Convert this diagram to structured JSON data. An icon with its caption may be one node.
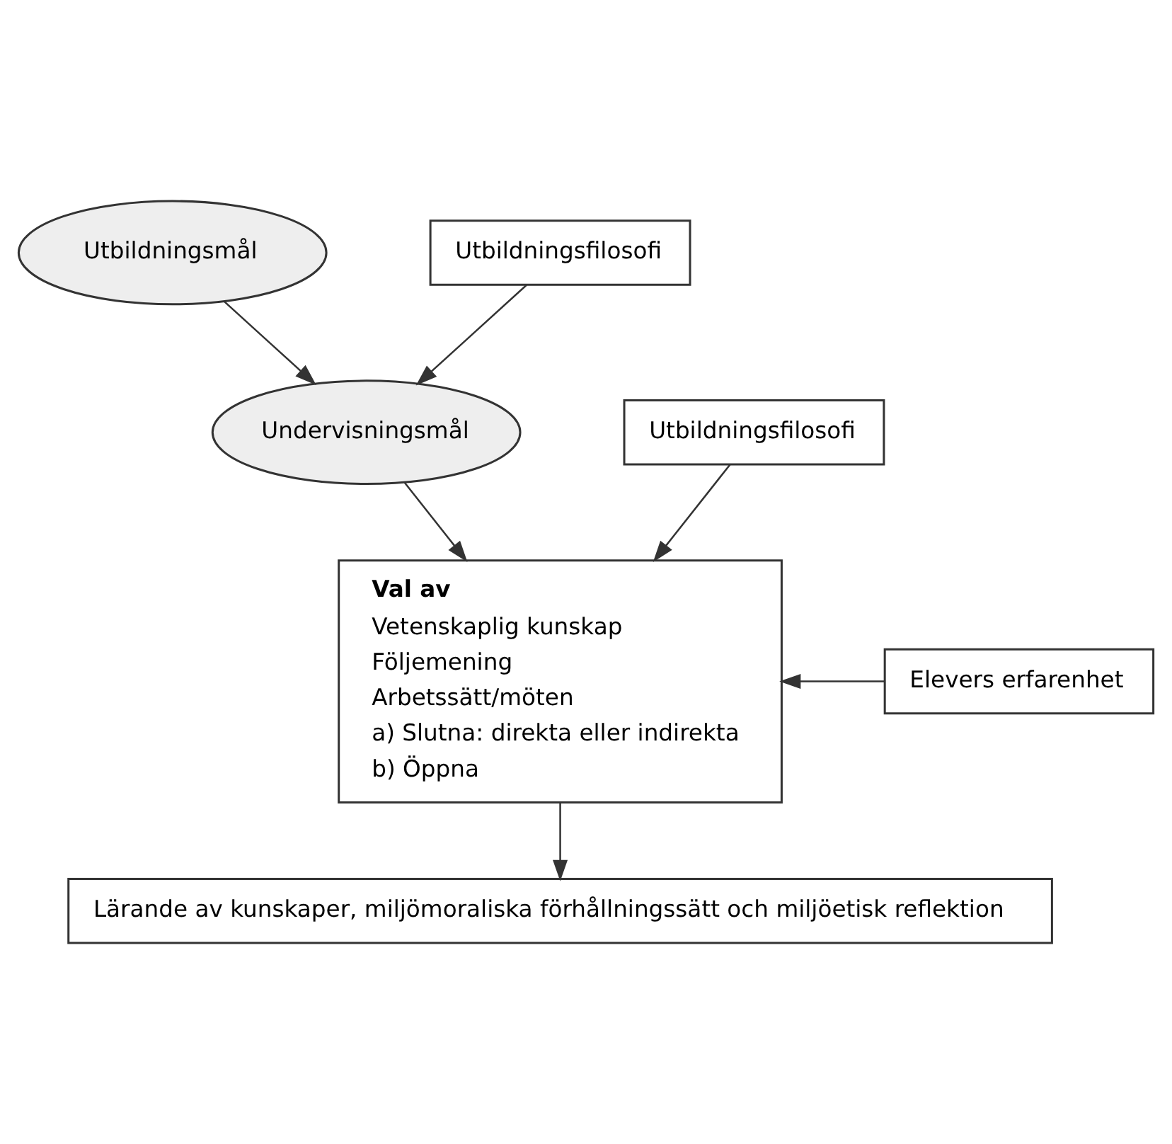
{
  "diagram": {
    "nodes": [
      {
        "text": [
          "Utbildningsmål"
        ]
      },
      {
        "text": [
          "Utbildningsfilosofi"
        ]
      },
      {
        "text": [
          "Undervisningsmål"
        ]
      },
      {
        "text": [
          "Utbildningsfilosofi"
        ]
      },
      {
        "text": [
          "Val av",
          "Vetenskaplig kunskap",
          "Följemening",
          "Arbetssätt/möten",
          "a) Slutna: direkta eller indirekta",
          "b) Öppna"
        ]
      },
      {
        "text": [
          "Elevers erfarenhet"
        ]
      },
      {
        "text": [
          "Lärande av kunskaper, miljömoraliska förhållningssätt och miljöetisk reflektion"
        ]
      }
    ],
    "edges": [
      {
        "from": 0,
        "to": 2,
        "arrow": "to"
      },
      {
        "from": 1,
        "to": 2,
        "arrow": "to"
      },
      {
        "from": 2,
        "to": 4,
        "arrow": "to"
      },
      {
        "from": 3,
        "to": 4,
        "arrow": "to"
      },
      {
        "from": 5,
        "to": 4,
        "arrow": "to"
      },
      {
        "from": 4,
        "to": 6,
        "arrow": "to"
      }
    ]
  }
}
